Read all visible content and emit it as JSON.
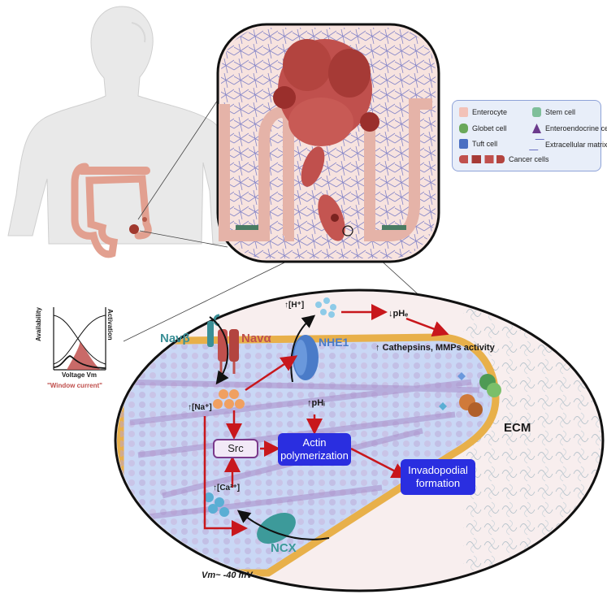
{
  "legend": {
    "items": [
      {
        "label": "Enterocyte",
        "icon": "enterocyte-icon"
      },
      {
        "label": "Stem cell",
        "icon": "stem-cell-icon"
      },
      {
        "label": "Globet cell",
        "icon": "goblet-cell-icon"
      },
      {
        "label": "Enteroendocrine cell",
        "icon": "enteroendocrine-cell-icon"
      },
      {
        "label": "Tuft cell",
        "icon": "tuft-cell-icon"
      },
      {
        "label": "Extracellular matrix",
        "icon": "ecm-icon"
      },
      {
        "label": "Cancer cells",
        "icon": "cancer-cells-icon"
      }
    ]
  },
  "inset_graph": {
    "ylabel_left": "Availability",
    "ylabel_right": "Activation",
    "xlabel": "Voltage Vm",
    "caption": "\"Window current\""
  },
  "labels": {
    "navb": "Navβ",
    "nava": "Navα",
    "nhe1": "NHE1",
    "h_ion": "[H⁺]",
    "phe": "pHₑ",
    "phi": "pHᵢ",
    "cathepsins": "Cathepsins, MMPs activity",
    "na_ion": "[Na⁺]",
    "ca_ion": "[Ca²⁺]",
    "src": "Src",
    "actin": "Actin polymerization",
    "invado": "Invadopodial formation",
    "ncx": "NCX",
    "ecm": "ECM",
    "vm": "Vm~ -40 mV",
    "up_arrow": "↑",
    "down_arrow": "↓"
  },
  "colors": {
    "cancer_red": "#c0504d",
    "blue_box": "#2a2ee0",
    "arrow_red": "#c8171c",
    "membrane": "#e8b04a",
    "nhe_blue": "#4a7bc8",
    "ncx_teal": "#3d9a9a",
    "navb_teal": "#3a8f96",
    "nava_red": "#c0504d"
  }
}
